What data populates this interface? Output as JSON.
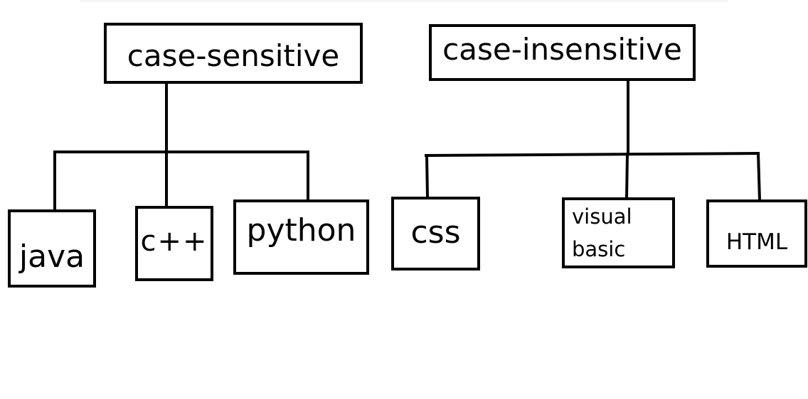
{
  "diagram": {
    "roots": [
      {
        "id": "case-sensitive",
        "label": "case-sensitive",
        "children": [
          {
            "id": "java",
            "label": "java"
          },
          {
            "id": "cpp",
            "label": "c++"
          },
          {
            "id": "python",
            "label": "python"
          }
        ]
      },
      {
        "id": "case-insensitive",
        "label": "case-insensitive",
        "children": [
          {
            "id": "css",
            "label": "css"
          },
          {
            "id": "visual-basic",
            "label": "visual\nbasic"
          },
          {
            "id": "html",
            "label": "HTML"
          }
        ]
      }
    ],
    "colors": {
      "line": "#000000",
      "box_fill": "#ffffff",
      "text": "#000000"
    }
  }
}
